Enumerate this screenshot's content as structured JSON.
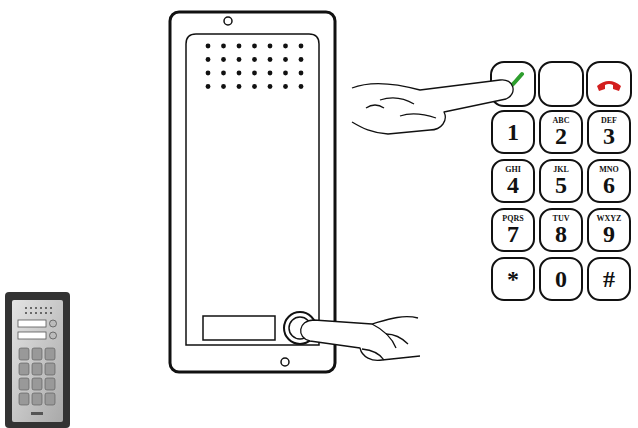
{
  "diagram": {
    "nodes": [
      {
        "text": [
          "1"
        ]
      },
      {
        "text": [
          "ABC",
          "2"
        ]
      },
      {
        "text": [
          "DEF",
          "3"
        ]
      },
      {
        "text": [
          "GHI",
          "4"
        ]
      },
      {
        "text": [
          "JKL",
          "5"
        ]
      },
      {
        "text": [
          "MNO",
          "6"
        ]
      },
      {
        "text": [
          "PQRS",
          "7"
        ]
      },
      {
        "text": [
          "TUV",
          "8"
        ]
      },
      {
        "text": [
          "WXYZ",
          "9"
        ]
      },
      {
        "text": [
          "*"
        ]
      },
      {
        "text": [
          "0"
        ]
      },
      {
        "text": [
          "#"
        ]
      }
    ]
  }
}
